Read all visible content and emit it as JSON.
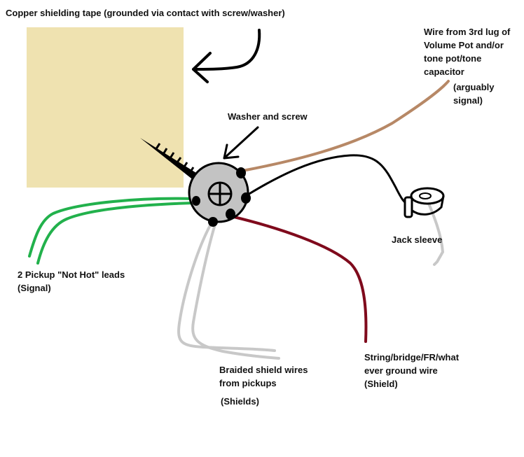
{
  "labels": {
    "copper_tape": "Copper shielding tape (grounded via contact with screw/washer)",
    "wire_from_pot": "Wire from 3rd lug of\nVolume Pot and/or\ntone pot/tone\ncapacitor",
    "arguably_signal": "(arguably\nsignal)",
    "washer_screw": "Washer and screw",
    "jack_sleeve": "Jack sleeve",
    "pickup_leads": "2 Pickup \"Not Hot\" leads\n(Signal)",
    "braided_shield": "Braided shield wires\nfrom pickups",
    "shields": "(Shields)",
    "string_ground": "String/bridge/FR/what\never ground wire\n(Shield)"
  },
  "colors": {
    "copper_tape": "#efe2b0",
    "pot_wire": "#b78866",
    "green_wire": "#22b14c",
    "ground_wire": "#7f0a1c",
    "shield_wire": "#c8c8c8",
    "washer": "#c3c3c3",
    "ink": "#000000"
  }
}
